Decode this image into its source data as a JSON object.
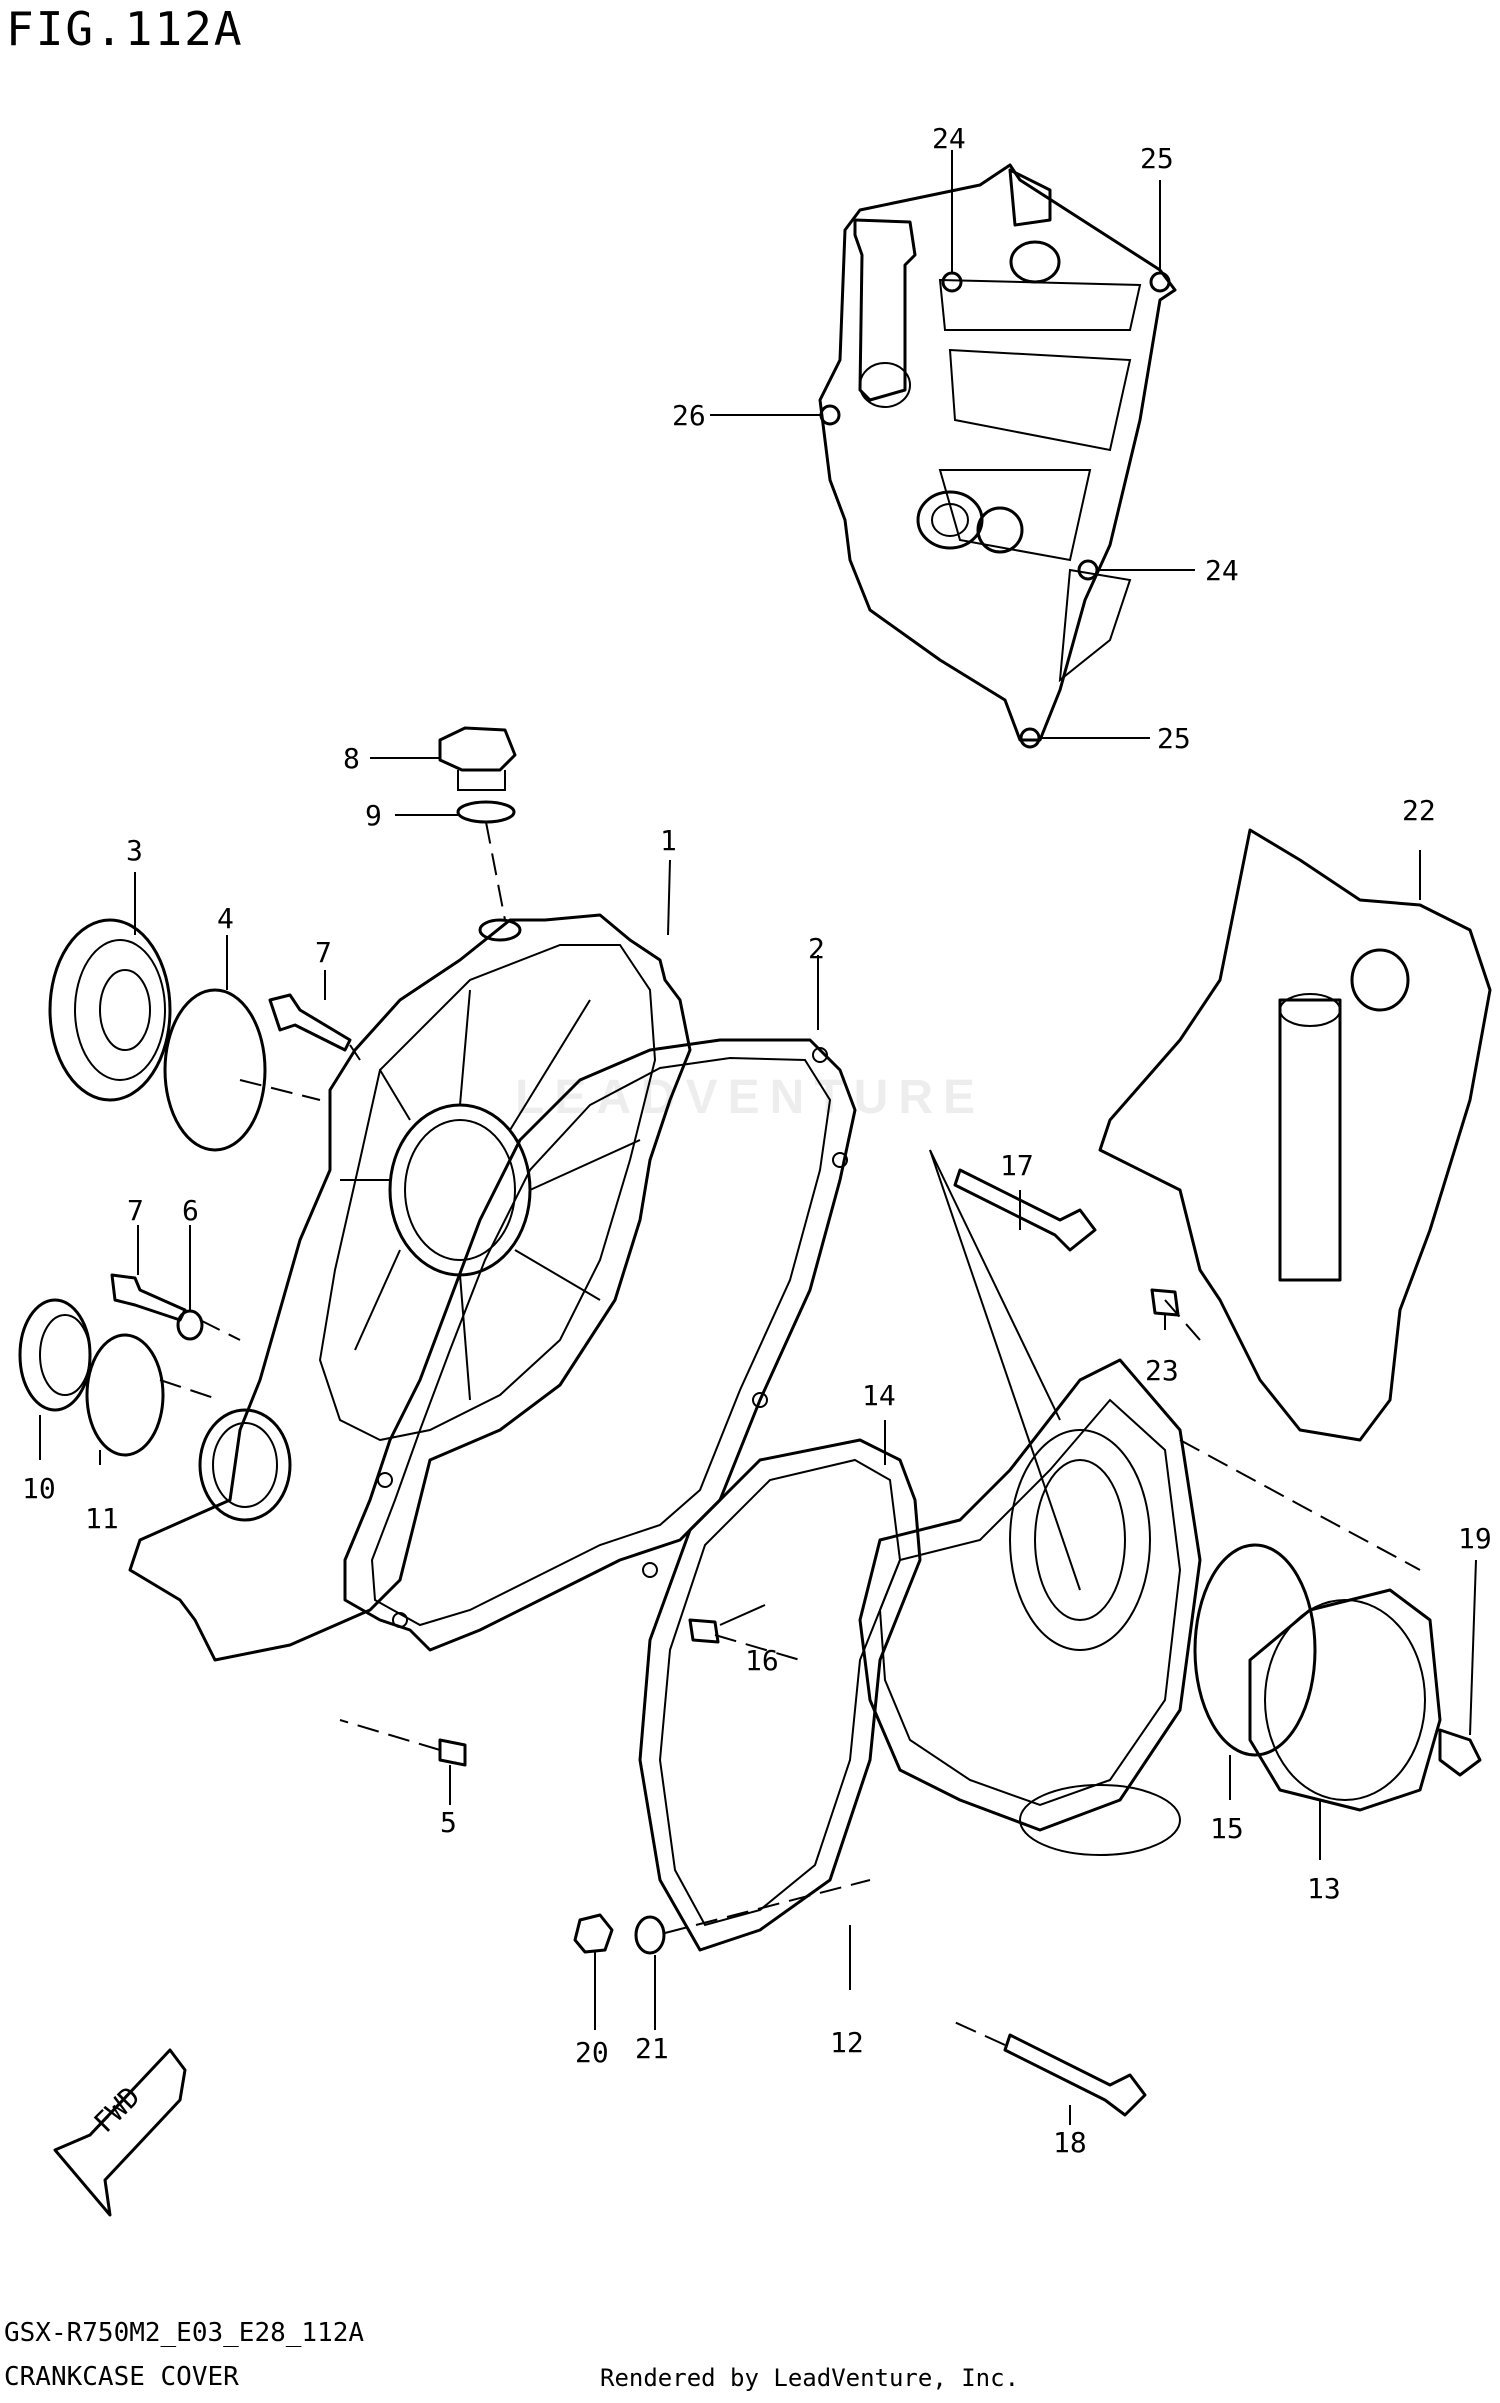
{
  "figure_title": "FIG.112A",
  "watermark": "LEADVENTURE",
  "fwd_label": "FWD",
  "part_numbers": {
    "p1": "1",
    "p2": "2",
    "p3": "3",
    "p4": "4",
    "p5": "5",
    "p6": "6",
    "p7a": "7",
    "p7b": "7",
    "p8": "8",
    "p9": "9",
    "p10": "10",
    "p11": "11",
    "p12": "12",
    "p13": "13",
    "p14": "14",
    "p15": "15",
    "p16": "16",
    "p17": "17",
    "p18": "18",
    "p19": "19",
    "p20": "20",
    "p21": "21",
    "p22": "22",
    "p23": "23",
    "p24a": "24",
    "p24b": "24",
    "p25a": "25",
    "p25b": "25",
    "p26": "26"
  },
  "footer": {
    "diagram_code": "GSX-R750M2_E03_E28_112A",
    "section_name": "CRANKCASE COVER",
    "credit": "Rendered by LeadVenture, Inc."
  }
}
